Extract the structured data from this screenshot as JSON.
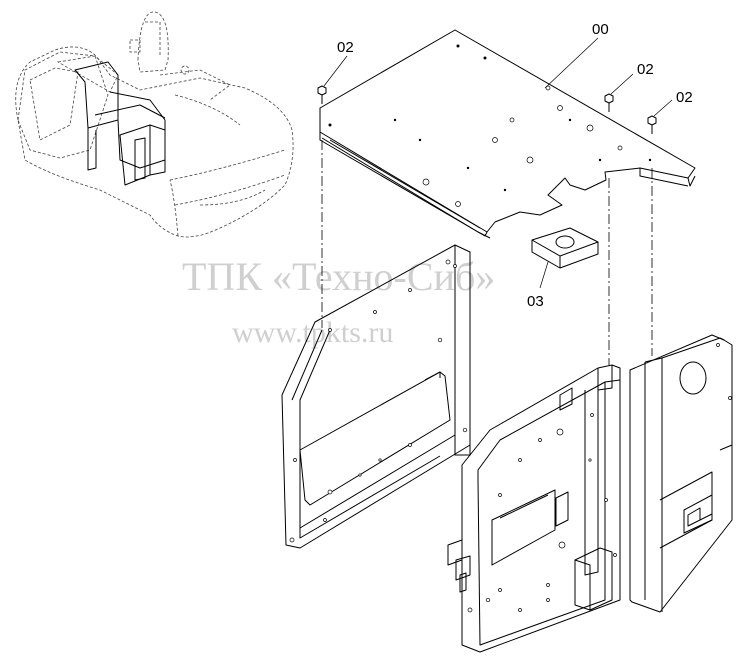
{
  "watermark": {
    "line1": "ТПК «Техно-Сиб»",
    "line2": "www.tpkts.ru"
  },
  "callouts": {
    "part_00": "00",
    "part_02_left": "02",
    "part_02_mid": "02",
    "part_02_right": "02",
    "part_03": "03"
  },
  "icons": {
    "excavator": "excavator-overview-icon",
    "floor_plate": "floor-plate-icon",
    "bolt": "bolt-icon",
    "block": "spacer-block-icon",
    "side_panel": "side-panel-icon",
    "rear_panel": "rear-panel-icon",
    "right_cover": "right-cover-icon"
  }
}
